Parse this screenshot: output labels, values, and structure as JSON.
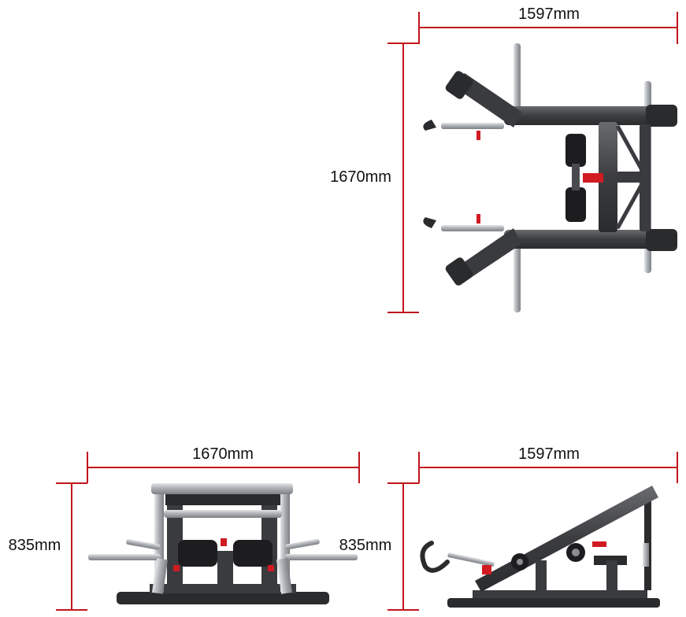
{
  "dimensions": {
    "top_width": "1597mm",
    "top_depth": "1670mm",
    "front_width": "1670mm",
    "front_height": "835mm",
    "side_width": "1597mm",
    "side_height": "835mm"
  },
  "colors": {
    "dimension_line": "#c0141c",
    "frame_dark": "#2e2f31",
    "frame_mid": "#4a4b4e",
    "chrome": "#b9bcc0",
    "pad": "#1d1d1f",
    "accent_red": "#d11b22"
  }
}
